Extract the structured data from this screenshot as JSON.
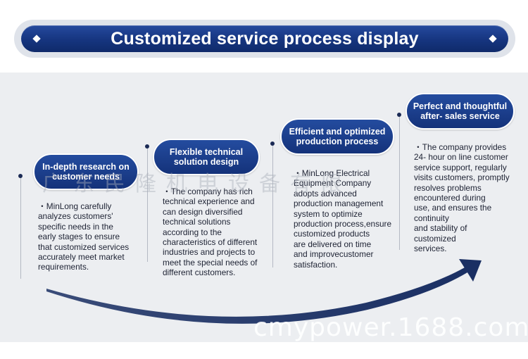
{
  "banner": {
    "title": "Customized service process display"
  },
  "steps": [
    {
      "title": "In-depth research on customer needs",
      "description": "・MinLong carefully\nanalyzes customers'\nspecific needs in the\nearly stages to ensure\nthat customized services\naccurately meet market\nrequirements."
    },
    {
      "title": "Flexible technical solution design",
      "description": "・The company has rich\ntechnical experience and\ncan design diversified\ntechnical solutions\naccording to the\ncharacteristics of different\nindustries and projects to\nmeet the special needs of\ndifferent customers."
    },
    {
      "title": "Efficient and optimized production process",
      "description": "・MinLong Electrical\nEquipment Company\nadopts advanced\nproduction management\nsystem to optimize\nproduction process,ensure\ncustomized products\nare delivered on time\nand improvecustomer\nsatisfaction."
    },
    {
      "title": "Perfect and thoughtful after- sales service",
      "description": "・The company provides\n24- hour on line customer\nservice support, regularly\nvisits customers, promptly\nresolves problems\nencountered during\nuse, and ensures the\ncontinuity\nand stability of\ncustomized\nservices."
    }
  ],
  "watermarks": {
    "chinese": "广东民隆机电设备有限",
    "site": "cmypower.1688.com"
  },
  "colors": {
    "banner_blue": "#16357f",
    "pill_blue": "#1f4290",
    "panel_gray": "#eceef1",
    "arrow_navy": "#1a2f63"
  }
}
